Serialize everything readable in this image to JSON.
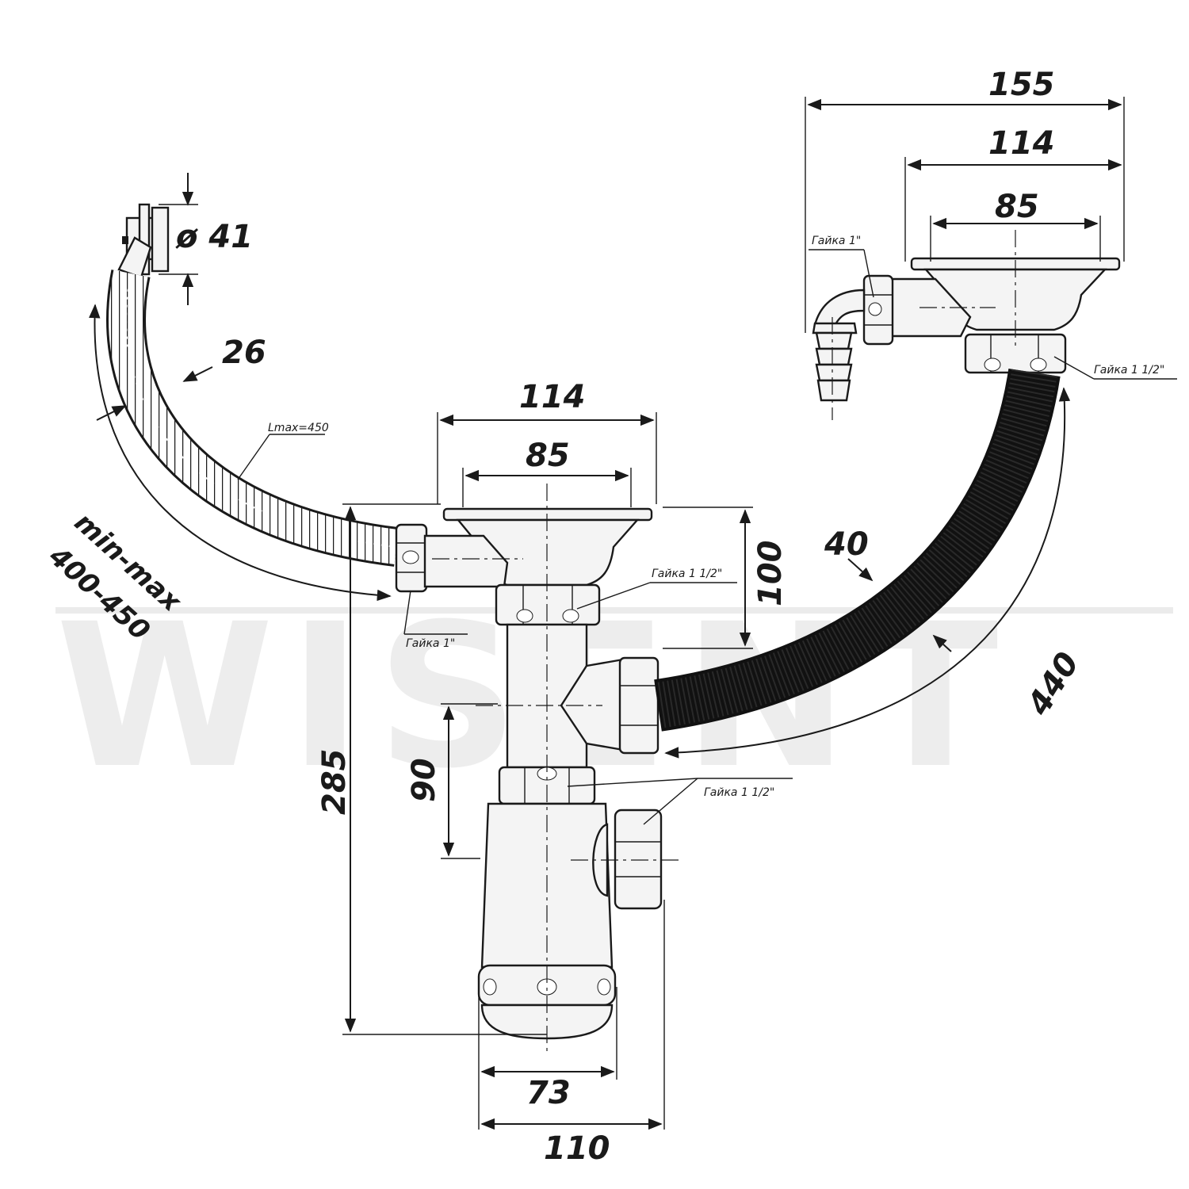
{
  "watermark": "WISENT",
  "dimensions": {
    "left_strainer_outer": "114",
    "left_strainer_inner": "85",
    "strainer_height": "100",
    "total_height": "285",
    "trap_depth": "90",
    "bottle_width": "73",
    "outlet_width": "110",
    "right_total_width": "155",
    "right_strainer_outer": "114",
    "right_strainer_inner": "85",
    "overflow_diameter": "ø 41",
    "overflow_hose_diameter": "26",
    "connecting_hose_diameter": "40",
    "connecting_hose_length": "440",
    "overflow_label_top": "min-max",
    "overflow_label_bottom": "400-450"
  },
  "labels": {
    "hose_lmax": "Lmax=450",
    "nut_1_left": "Гайка 1\"",
    "nut_1_right": "Гайка 1\"",
    "nut_112_left_top": "Гайка 1 1/2\"",
    "nut_112_right_top": "Гайка 1 1/2\"",
    "nut_112_lower": "Гайка 1 1/2\""
  }
}
